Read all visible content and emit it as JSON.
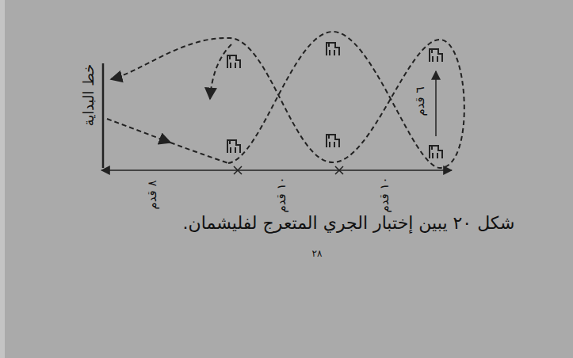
{
  "diagram": {
    "caption": "شكل ٢٠ يبين إختبار الجري المتعرج لفليشمان.",
    "labels": [
      "خط البداية",
      "٨ قدم",
      "١٠ قدم",
      "١٠ قدم",
      "٦ قدم",
      "٢٨"
    ]
  }
}
